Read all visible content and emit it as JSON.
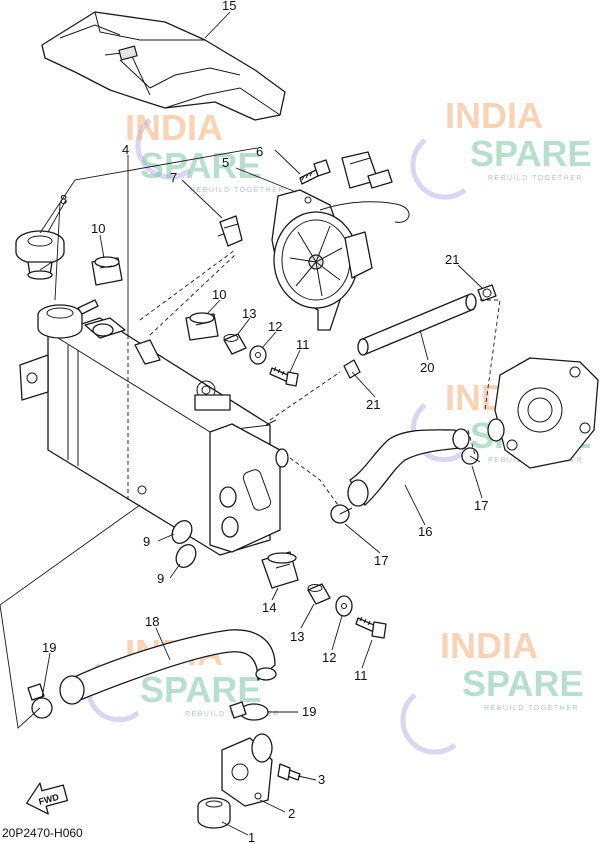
{
  "callouts": {
    "c1": "1",
    "c2": "2",
    "c3": "3",
    "c4": "4",
    "c5": "5",
    "c6": "6",
    "c7": "7",
    "c8": "8",
    "c9a": "9",
    "c9b": "9",
    "c10a": "10",
    "c10b": "10",
    "c11a": "11",
    "c11b": "11",
    "c12a": "12",
    "c12b": "12",
    "c13a": "13",
    "c13b": "13",
    "c14": "14",
    "c15": "15",
    "c16": "16",
    "c17a": "17",
    "c17b": "17",
    "c18": "18",
    "c19a": "19",
    "c19b": "19",
    "c20": "20",
    "c21a": "21",
    "c21b": "21"
  },
  "diagram_code": "20P2470-H060",
  "fwd_label": "FWD",
  "watermark": {
    "line1": "INDIA",
    "line2": "SPARE",
    "tagline": "REBUILD TOGETHER"
  }
}
